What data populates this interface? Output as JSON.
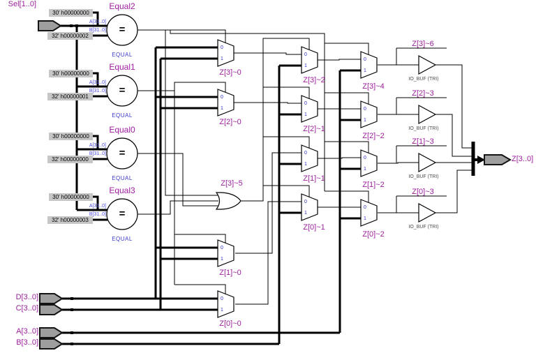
{
  "colors": {
    "wire": "#000000",
    "label_purple": "#9B1F9B",
    "port_blue": "#4A4AE0",
    "caption_blue": "#3A3ACC",
    "const_bg": "#C6C6C6",
    "pin_fill": "#9E9E9E"
  },
  "inputs": {
    "sel": "Sel[1..0]",
    "d": "D[3..0]",
    "c": "C[3..0]",
    "a": "A[3..0]",
    "b": "B[3..0]"
  },
  "output": {
    "label": "Z[3..0]"
  },
  "comparators": [
    {
      "title": "Equal2",
      "const_top": "30' h00000000",
      "const_bottom": "32' h00000002",
      "port_top": "A[31..0]",
      "port_bottom": "B[31..0]",
      "symbol": "=",
      "caption": "EQUAL"
    },
    {
      "title": "Equal1",
      "const_top": "30' h00000000",
      "const_bottom": "32' h00000001",
      "port_top": "A[31..0]",
      "port_bottom": "B[31..0]",
      "symbol": "=",
      "caption": "EQUAL"
    },
    {
      "title": "Equal0",
      "const_top": "30' h00000000",
      "const_bottom": "32' h00000000",
      "port_top": "A[31..0]",
      "port_bottom": "B[31..0]",
      "symbol": "=",
      "caption": "EQUAL"
    },
    {
      "title": "Equal3",
      "const_top": "30' h00000000",
      "const_bottom": "32' h00000003",
      "port_top": "A[31..0]",
      "port_bottom": "B[31..0]",
      "symbol": "=",
      "caption": "EQUAL"
    }
  ],
  "mux_in0": "0",
  "mux_in1": "1",
  "mux_col1": [
    "Z[3]~0",
    "Z[2]~0",
    "Z[1]~0",
    "Z[0]~0"
  ],
  "mux_col2": [
    "Z[3]~2",
    "Z[2]~1",
    "Z[1]~1",
    "Z[0]~1"
  ],
  "mux_col3": [
    "Z[3]~4",
    "Z[2]~2",
    "Z[1]~2",
    "Z[0]~2"
  ],
  "or_gate": {
    "label": "Z[3]~5"
  },
  "buffers": [
    {
      "label": "Z[3]~6",
      "caption": "IO_BUF (TRI)"
    },
    {
      "label": "Z[2]~3",
      "caption": "IO_BUF (TRI)"
    },
    {
      "label": "Z[1]~3",
      "caption": "IO_BUF (TRI)"
    },
    {
      "label": "Z[0]~3",
      "caption": "IO_BUF (TRI)"
    }
  ]
}
